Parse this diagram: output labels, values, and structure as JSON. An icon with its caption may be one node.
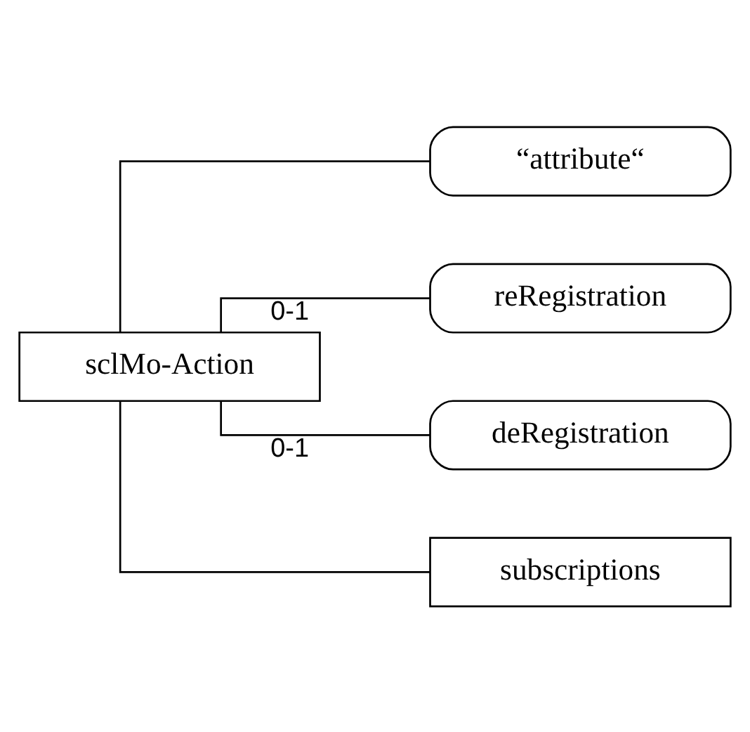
{
  "diagram": {
    "nodes": [
      {
        "text": [
          "sclMo-Action"
        ]
      },
      {
        "text": [
          "“attribute“"
        ]
      },
      {
        "text": [
          "reRegistration"
        ]
      },
      {
        "text": [
          "deRegistration"
        ]
      },
      {
        "text": [
          "subscriptions"
        ]
      }
    ],
    "edges": [
      {
        "from": 0,
        "to": 1,
        "arrow": "none"
      },
      {
        "from": 0,
        "to": 2,
        "arrow": "none",
        "label": "0-1"
      },
      {
        "from": 0,
        "to": 3,
        "arrow": "none",
        "label": "0-1"
      },
      {
        "from": 0,
        "to": 4,
        "arrow": "none"
      }
    ]
  }
}
